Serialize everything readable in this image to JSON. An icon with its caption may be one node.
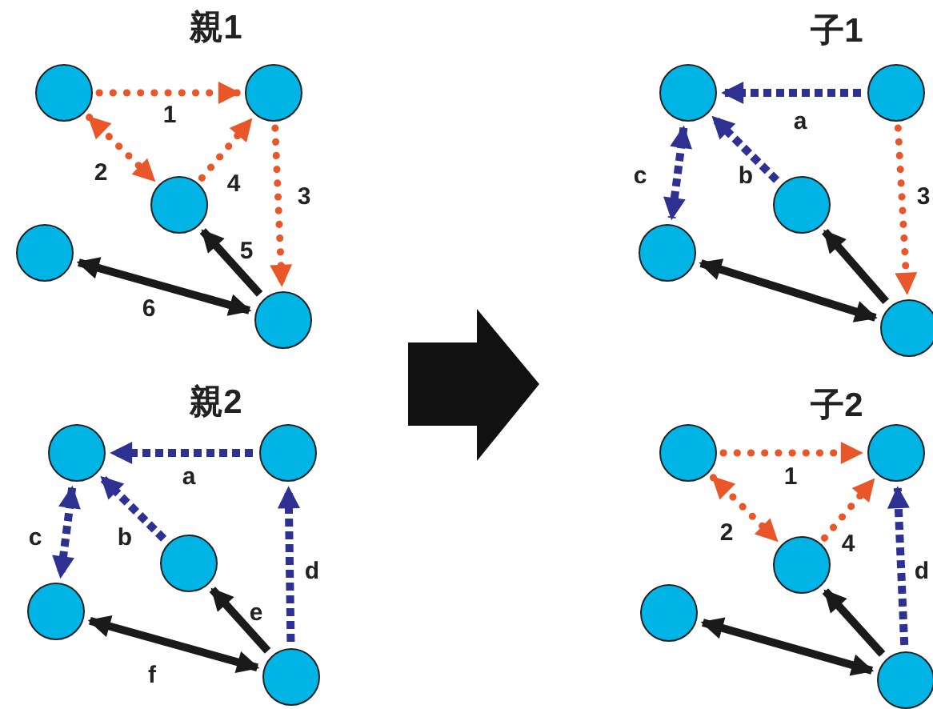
{
  "diagram": {
    "nodes": [
      {
        "text": [],
        "shape": "circle"
      },
      {
        "text": [],
        "shape": "circle"
      },
      {
        "text": [],
        "shape": "circle"
      },
      {
        "text": [],
        "shape": "circle"
      },
      {
        "text": [],
        "shape": "circle"
      },
      {
        "text": [],
        "shape": "circle"
      },
      {
        "text": [],
        "shape": "circle"
      },
      {
        "text": [],
        "shape": "circle"
      },
      {
        "text": [],
        "shape": "circle"
      },
      {
        "text": [],
        "shape": "circle"
      },
      {
        "text": [],
        "shape": "circle"
      },
      {
        "text": [],
        "shape": "circle"
      },
      {
        "text": [],
        "shape": "circle"
      },
      {
        "text": [],
        "shape": "circle"
      },
      {
        "text": [],
        "shape": "circle"
      },
      {
        "text": [],
        "shape": "circle"
      },
      {
        "text": [],
        "shape": "circle"
      },
      {
        "text": [],
        "shape": "circle"
      },
      {
        "text": [],
        "shape": "circle"
      },
      {
        "text": [],
        "shape": "circle"
      }
    ],
    "edges": [
      {
        "from": 0,
        "to": 1,
        "arrow": "to",
        "label": "1",
        "style": "dashed",
        "color": "#e8562a"
      },
      {
        "from": 0,
        "to": 2,
        "arrow": "both",
        "label": "2",
        "style": "dashed",
        "color": "#e8562a"
      },
      {
        "from": 2,
        "to": 1,
        "arrow": "to",
        "label": "4",
        "style": "dashed",
        "color": "#e8562a"
      },
      {
        "from": 1,
        "to": 4,
        "arrow": "to",
        "label": "3",
        "style": "dashed",
        "color": "#e8562a"
      },
      {
        "from": 4,
        "to": 2,
        "arrow": "to",
        "label": "5",
        "color": "#1a1a1a"
      },
      {
        "from": 3,
        "to": 4,
        "arrow": "both",
        "label": "6",
        "color": "#1a1a1a"
      },
      {
        "from": 6,
        "to": 5,
        "arrow": "to",
        "label": "a",
        "style": "dashed",
        "color": "#2e3192"
      },
      {
        "from": 7,
        "to": 5,
        "arrow": "to",
        "label": "b",
        "style": "dashed",
        "color": "#2e3192"
      },
      {
        "from": 5,
        "to": 8,
        "arrow": "both",
        "label": "c",
        "style": "dashed",
        "color": "#2e3192"
      },
      {
        "from": 6,
        "to": 9,
        "arrow": "to",
        "label": "3",
        "style": "dashed",
        "color": "#e8562a"
      },
      {
        "from": 9,
        "to": 7,
        "arrow": "to",
        "color": "#1a1a1a"
      },
      {
        "from": 8,
        "to": 9,
        "arrow": "both",
        "color": "#1a1a1a"
      },
      {
        "from": 11,
        "to": 10,
        "arrow": "to",
        "label": "a",
        "style": "dashed",
        "color": "#2e3192"
      },
      {
        "from": 12,
        "to": 10,
        "arrow": "to",
        "label": "b",
        "style": "dashed",
        "color": "#2e3192"
      },
      {
        "from": 10,
        "to": 13,
        "arrow": "both",
        "label": "c",
        "style": "dashed",
        "color": "#2e3192"
      },
      {
        "from": 14,
        "to": 11,
        "arrow": "to",
        "label": "d",
        "style": "dashed",
        "color": "#2e3192"
      },
      {
        "from": 14,
        "to": 12,
        "arrow": "to",
        "label": "e",
        "color": "#1a1a1a"
      },
      {
        "from": 13,
        "to": 14,
        "arrow": "both",
        "label": "f",
        "color": "#1a1a1a"
      },
      {
        "from": 15,
        "to": 16,
        "arrow": "to",
        "label": "1",
        "style": "dashed",
        "color": "#e8562a"
      },
      {
        "from": 15,
        "to": 17,
        "arrow": "both",
        "label": "2",
        "style": "dashed",
        "color": "#e8562a"
      },
      {
        "from": 17,
        "to": 16,
        "arrow": "to",
        "label": "4",
        "style": "dashed",
        "color": "#e8562a"
      },
      {
        "from": 19,
        "to": 16,
        "arrow": "to",
        "label": "d",
        "style": "dashed",
        "color": "#2e3192"
      },
      {
        "from": 19,
        "to": 17,
        "arrow": "to",
        "color": "#1a1a1a"
      },
      {
        "from": 18,
        "to": 19,
        "arrow": "both",
        "color": "#1a1a1a"
      }
    ],
    "labels": [
      "親1",
      "子1",
      "親2",
      "子2"
    ]
  }
}
